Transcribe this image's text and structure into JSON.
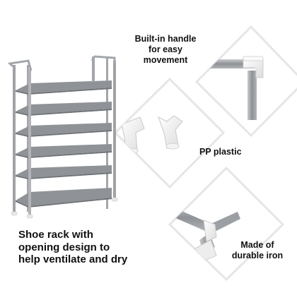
{
  "labels": {
    "handle": [
      "Built-in handle",
      "for easy",
      "movement"
    ],
    "pp": "PP plastic",
    "iron": [
      "Made of",
      "durable iron"
    ],
    "main": [
      "Shoe rack with",
      "opening design to",
      "help ventilate and dry"
    ]
  },
  "colors": {
    "frame": "#a9acb0",
    "frame_dark": "#7d8085",
    "shelf": "#8f9296",
    "shelf_light": "#b8babd",
    "plastic": "#f2f2f2",
    "iron_tube": "#9a9da1",
    "diamond_border": "#e8e8e8"
  },
  "rack": {
    "shelf_count": 6
  }
}
